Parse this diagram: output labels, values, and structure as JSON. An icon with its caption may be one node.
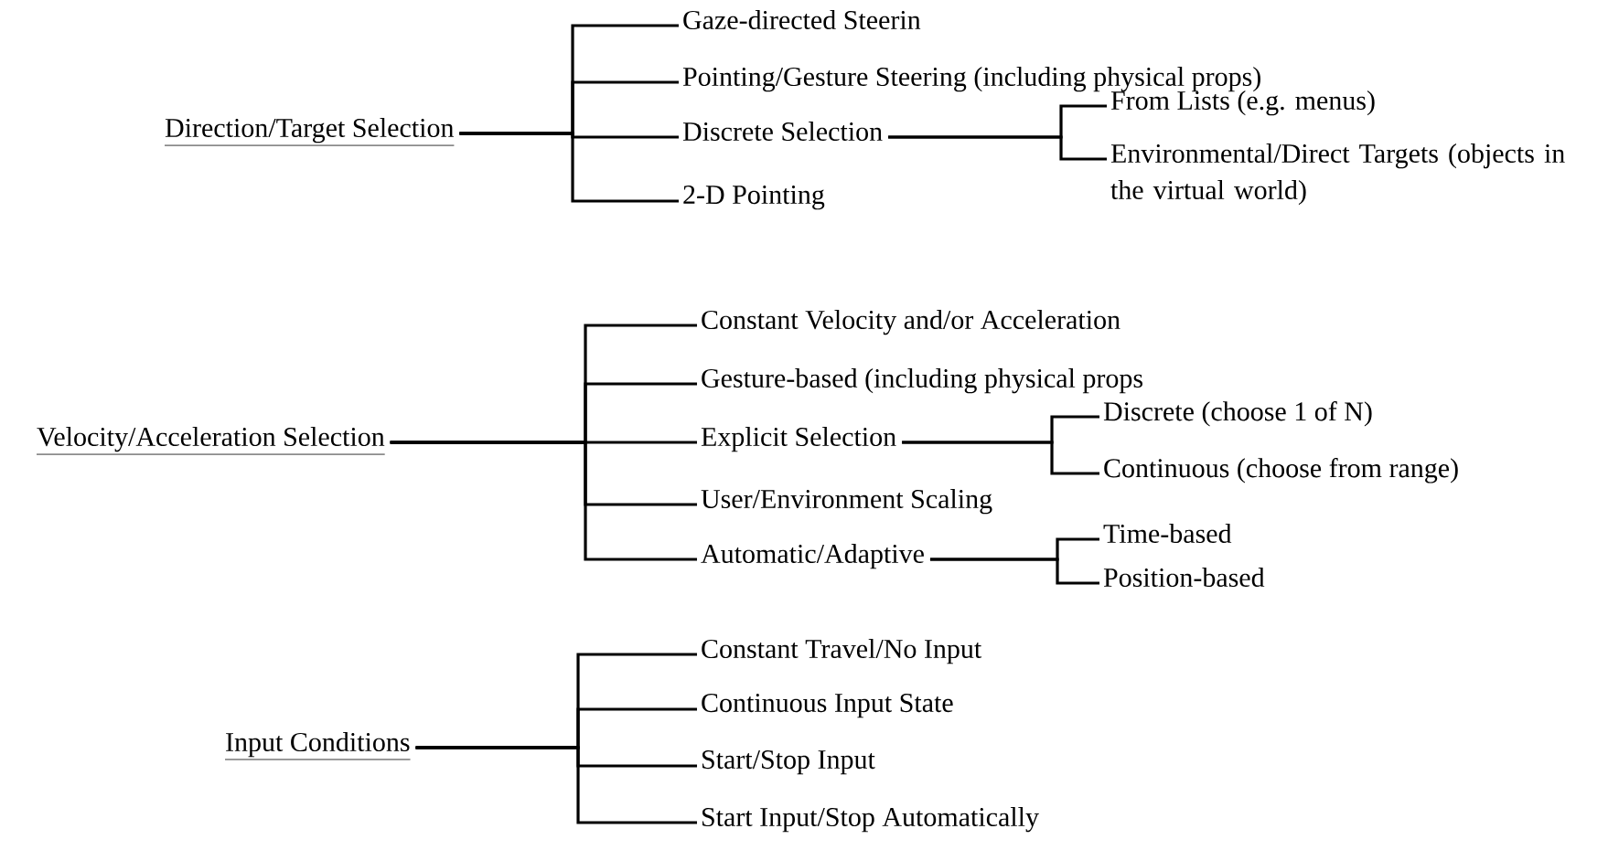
{
  "diagram": {
    "nodes": [
      {
        "text": [
          "Direction/Target Selection"
        ]
      },
      {
        "text": [
          "Gaze-directed Steerin"
        ]
      },
      {
        "text": [
          "Pointing/Gesture Steering (including physical props)"
        ]
      },
      {
        "text": [
          "Discrete Selection"
        ]
      },
      {
        "text": [
          "From Lists (e.g. menus)"
        ]
      },
      {
        "text": [
          "Environmental/Direct Targets (objects in the virtual world)"
        ]
      },
      {
        "text": [
          "2-D Pointing"
        ]
      },
      {
        "text": [
          "Velocity/Acceleration Selection"
        ]
      },
      {
        "text": [
          "Constant Velocity and/or Acceleration"
        ]
      },
      {
        "text": [
          "Gesture-based (including physical props"
        ]
      },
      {
        "text": [
          "Explicit Selection"
        ]
      },
      {
        "text": [
          "Discrete (choose 1 of N)"
        ]
      },
      {
        "text": [
          "Continuous (choose from range)"
        ]
      },
      {
        "text": [
          "User/Environment Scaling"
        ]
      },
      {
        "text": [
          "Automatic/Adaptive"
        ]
      },
      {
        "text": [
          "Time-based"
        ]
      },
      {
        "text": [
          "Position-based"
        ]
      },
      {
        "text": [
          "Input Conditions"
        ]
      },
      {
        "text": [
          "Constant Travel/No Input"
        ]
      },
      {
        "text": [
          "Continuous Input State"
        ]
      },
      {
        "text": [
          "Start/Stop Input"
        ]
      },
      {
        "text": [
          "Start Input/Stop Automatically"
        ]
      }
    ],
    "edges": [
      {
        "from": 0,
        "to": 1,
        "arrow": "none"
      },
      {
        "from": 0,
        "to": 2,
        "arrow": "none"
      },
      {
        "from": 0,
        "to": 3,
        "arrow": "none"
      },
      {
        "from": 0,
        "to": 6,
        "arrow": "none"
      },
      {
        "from": 3,
        "to": 4,
        "arrow": "none"
      },
      {
        "from": 3,
        "to": 5,
        "arrow": "none"
      },
      {
        "from": 7,
        "to": 8,
        "arrow": "none"
      },
      {
        "from": 7,
        "to": 9,
        "arrow": "none"
      },
      {
        "from": 7,
        "to": 10,
        "arrow": "none"
      },
      {
        "from": 7,
        "to": 13,
        "arrow": "none"
      },
      {
        "from": 7,
        "to": 14,
        "arrow": "none"
      },
      {
        "from": 10,
        "to": 11,
        "arrow": "none"
      },
      {
        "from": 10,
        "to": 12,
        "arrow": "none"
      },
      {
        "from": 14,
        "to": 15,
        "arrow": "none"
      },
      {
        "from": 14,
        "to": 16,
        "arrow": "none"
      },
      {
        "from": 17,
        "to": 18,
        "arrow": "none"
      },
      {
        "from": 17,
        "to": 19,
        "arrow": "none"
      },
      {
        "from": 17,
        "to": 20,
        "arrow": "none"
      },
      {
        "from": 17,
        "to": 21,
        "arrow": "none"
      }
    ]
  }
}
